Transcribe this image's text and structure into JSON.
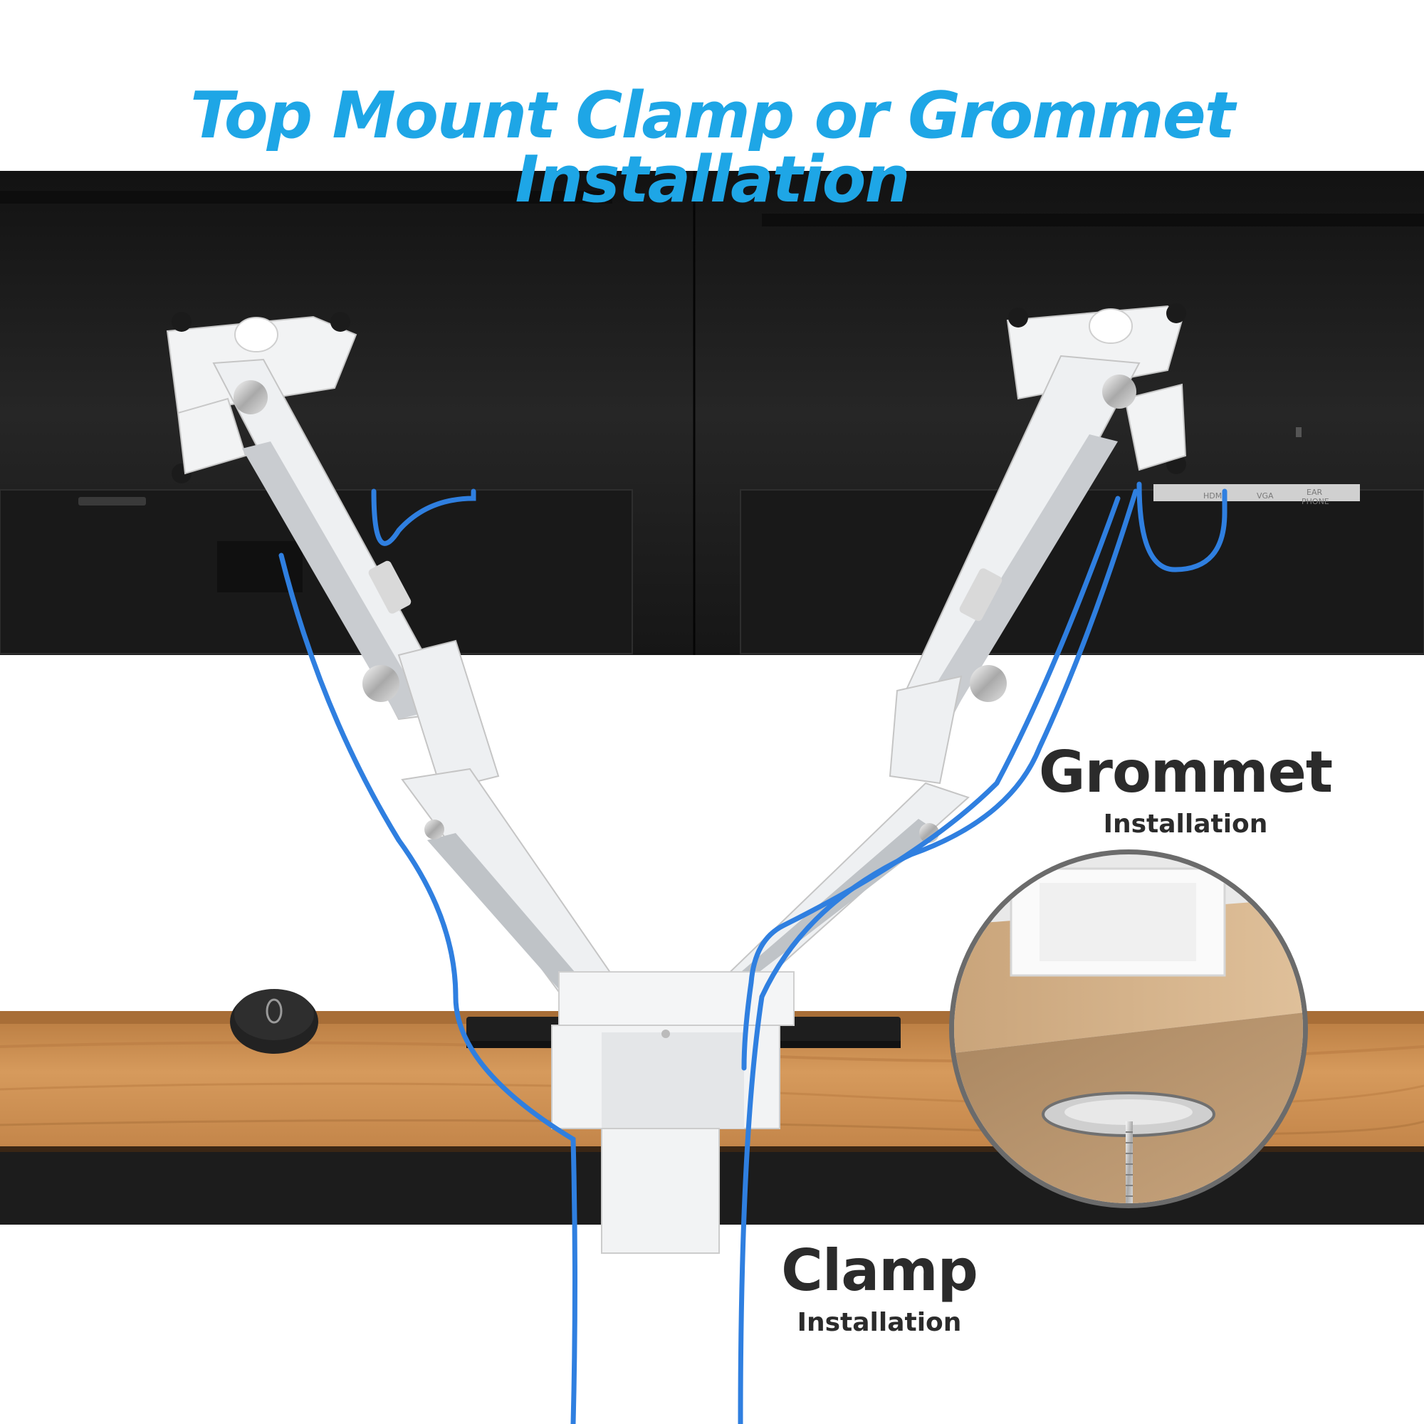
{
  "headline": "Top Mount Clamp or Grommet Installation",
  "grommet": {
    "title": "Grommet",
    "subtitle": "Installation"
  },
  "clamp": {
    "title": "Clamp",
    "subtitle": "Installation"
  },
  "monitor_ports": {
    "hdmi": "HDMI",
    "vga": "VGA",
    "ear": "EAR",
    "phone": "PHONE"
  },
  "colors": {
    "headline": "#1ea6e6",
    "cable": "#2f7fe0",
    "monitor": "#1c1c1c",
    "arm": "#eef0f2",
    "desk": "#c98a4e",
    "label": "#2b2b2b"
  }
}
